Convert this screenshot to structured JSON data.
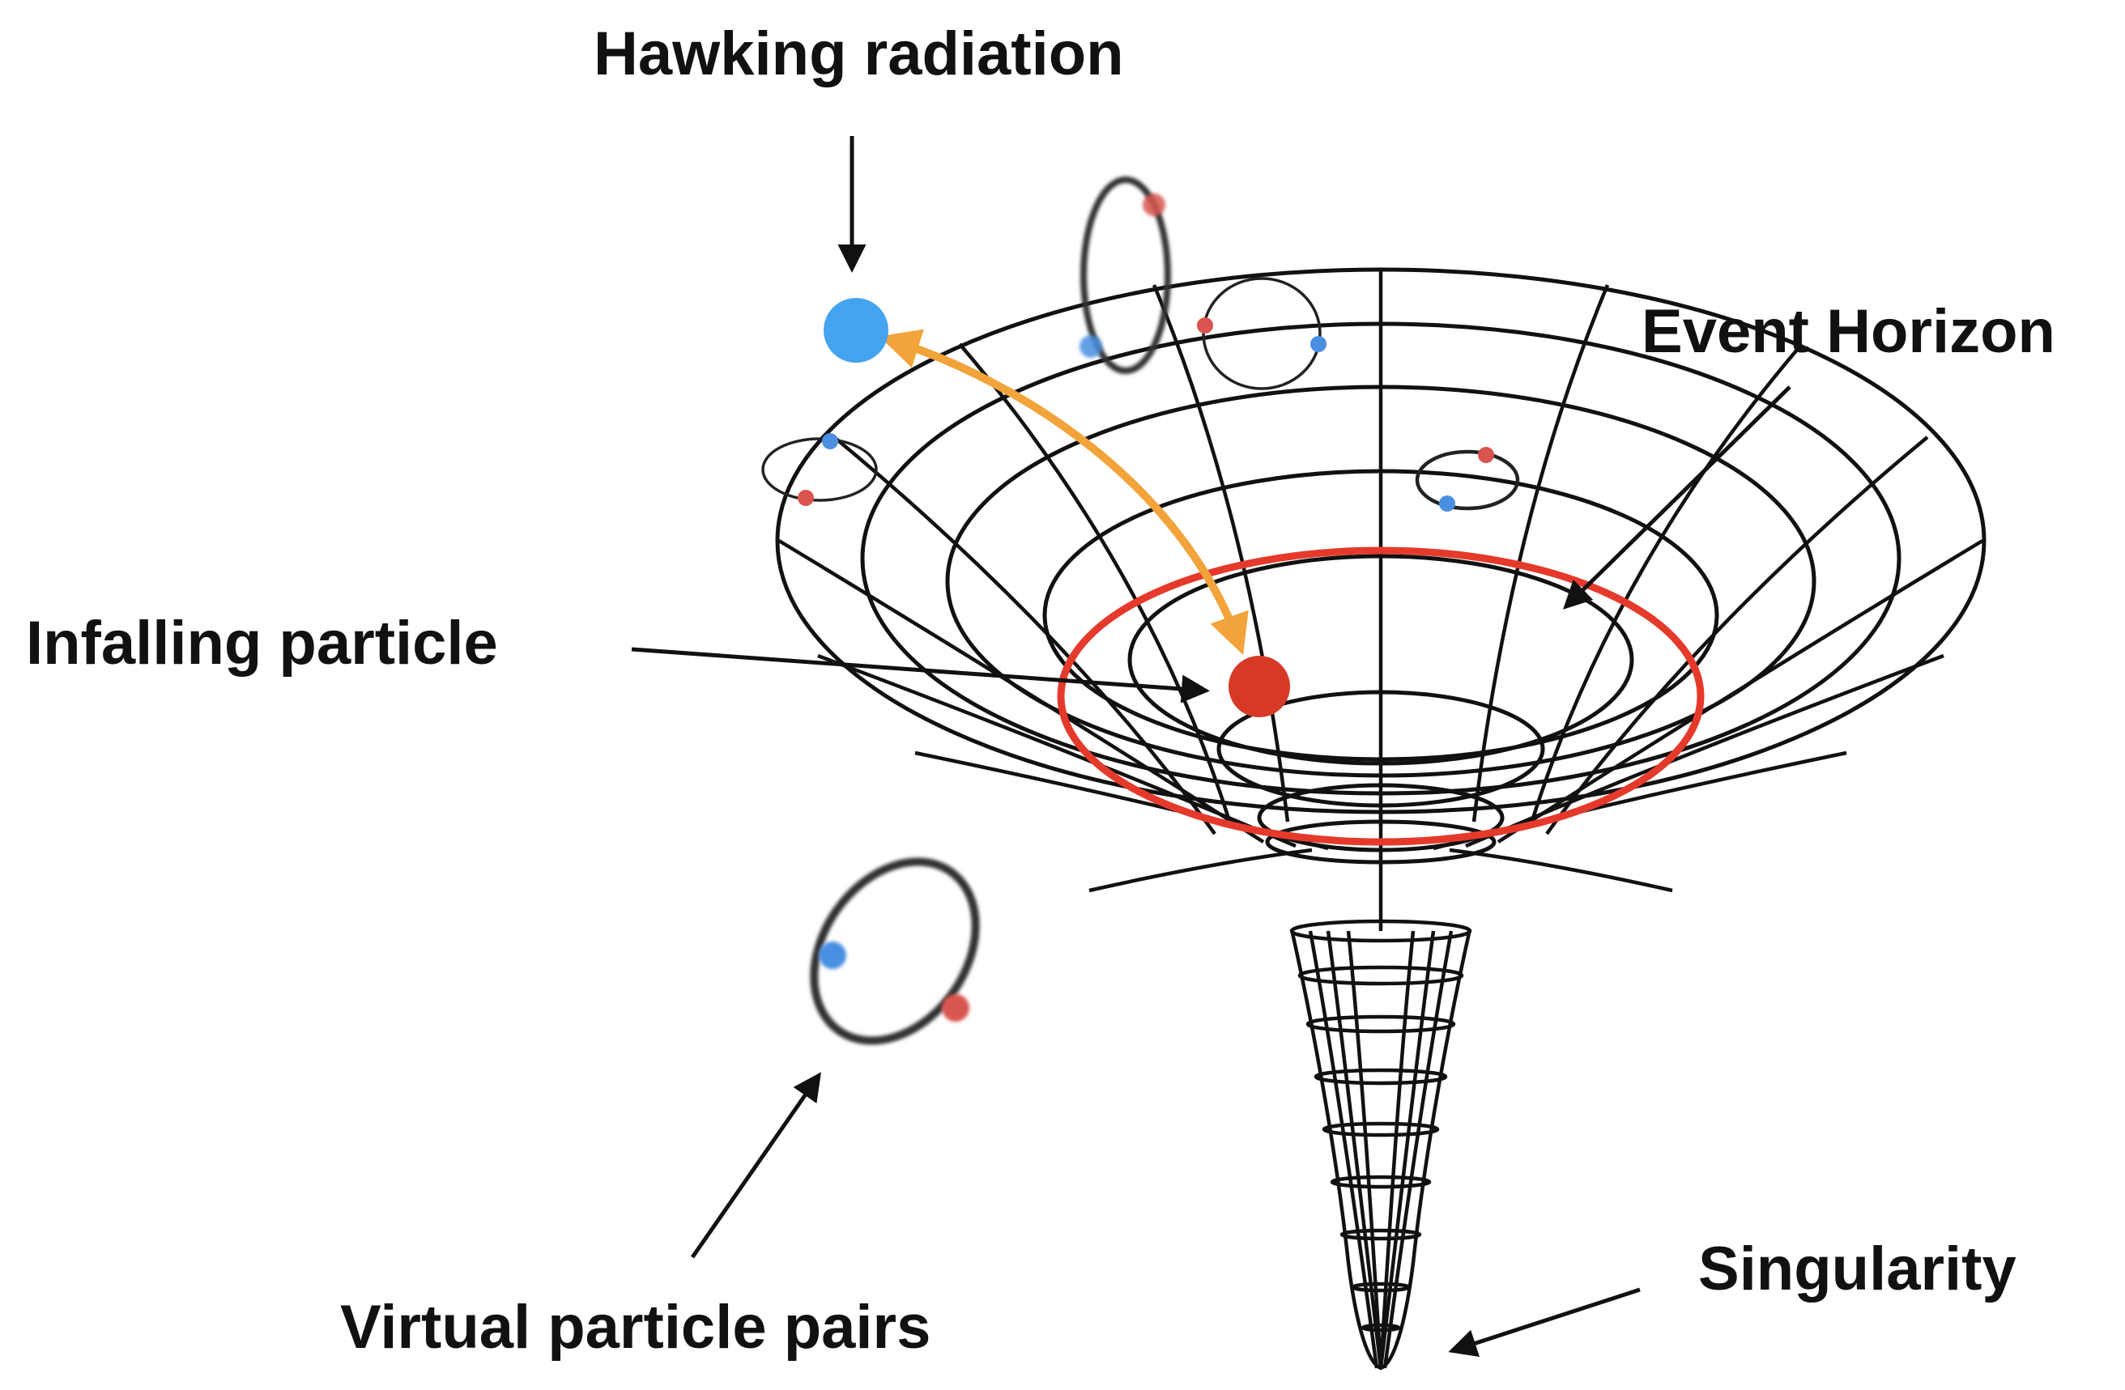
{
  "labels": {
    "hawking_radiation": "Hawking radiation",
    "event_horizon": "Event Horizon",
    "infalling_particle": "Infalling particle",
    "virtual_particle_pairs": "Virtual particle pairs",
    "singularity": "Singularity"
  },
  "colors": {
    "grid_line": "#111111",
    "event_horizon": "#e53a2b",
    "infalling_particle": "#d63a26",
    "hawking_particle": "#45a3f0",
    "emission_arrow": "#f2a33a",
    "pair_red": "#d9544f",
    "pair_blue": "#4a90e2"
  },
  "icons": {
    "hawking_particle": "blue-dot",
    "infalling_particle": "red-dot",
    "virtual_pair": "loop-with-red-and-blue-dots"
  }
}
